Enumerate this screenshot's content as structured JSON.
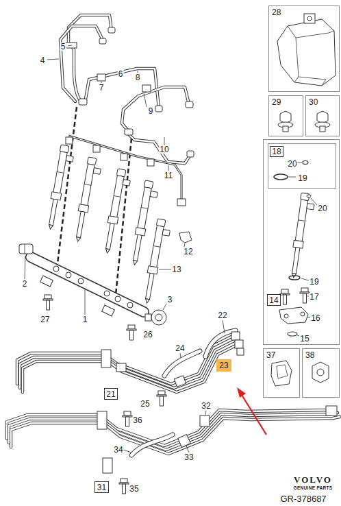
{
  "diagram": {
    "nodes": [
      {
        "text": [
          "28"
        ]
      },
      {
        "text": [
          "29"
        ]
      },
      {
        "text": [
          "30"
        ]
      },
      {
        "text": [
          "20",
          "19",
          "17",
          "16",
          "15"
        ]
      },
      {
        "text": [
          "20",
          "19"
        ],
        "in": 3
      },
      {
        "text": [
          "18"
        ],
        "in": 4
      },
      {
        "text": [
          "14"
        ],
        "in": 3
      },
      {
        "text": [
          "21"
        ]
      },
      {
        "text": [
          "23"
        ]
      },
      {
        "text": [
          "37"
        ]
      },
      {
        "text": [
          "38"
        ]
      },
      {
        "text": [
          "31"
        ]
      }
    ],
    "labels": [
      "5",
      "4",
      "6",
      "7",
      "8",
      "9",
      "10",
      "11",
      "12",
      "13",
      "2",
      "27",
      "1",
      "3",
      "26",
      "22",
      "24",
      "25",
      "36",
      "32",
      "34",
      "33",
      "35",
      "VOLVO",
      "GENUINE PARTS",
      "GR-378687"
    ]
  }
}
